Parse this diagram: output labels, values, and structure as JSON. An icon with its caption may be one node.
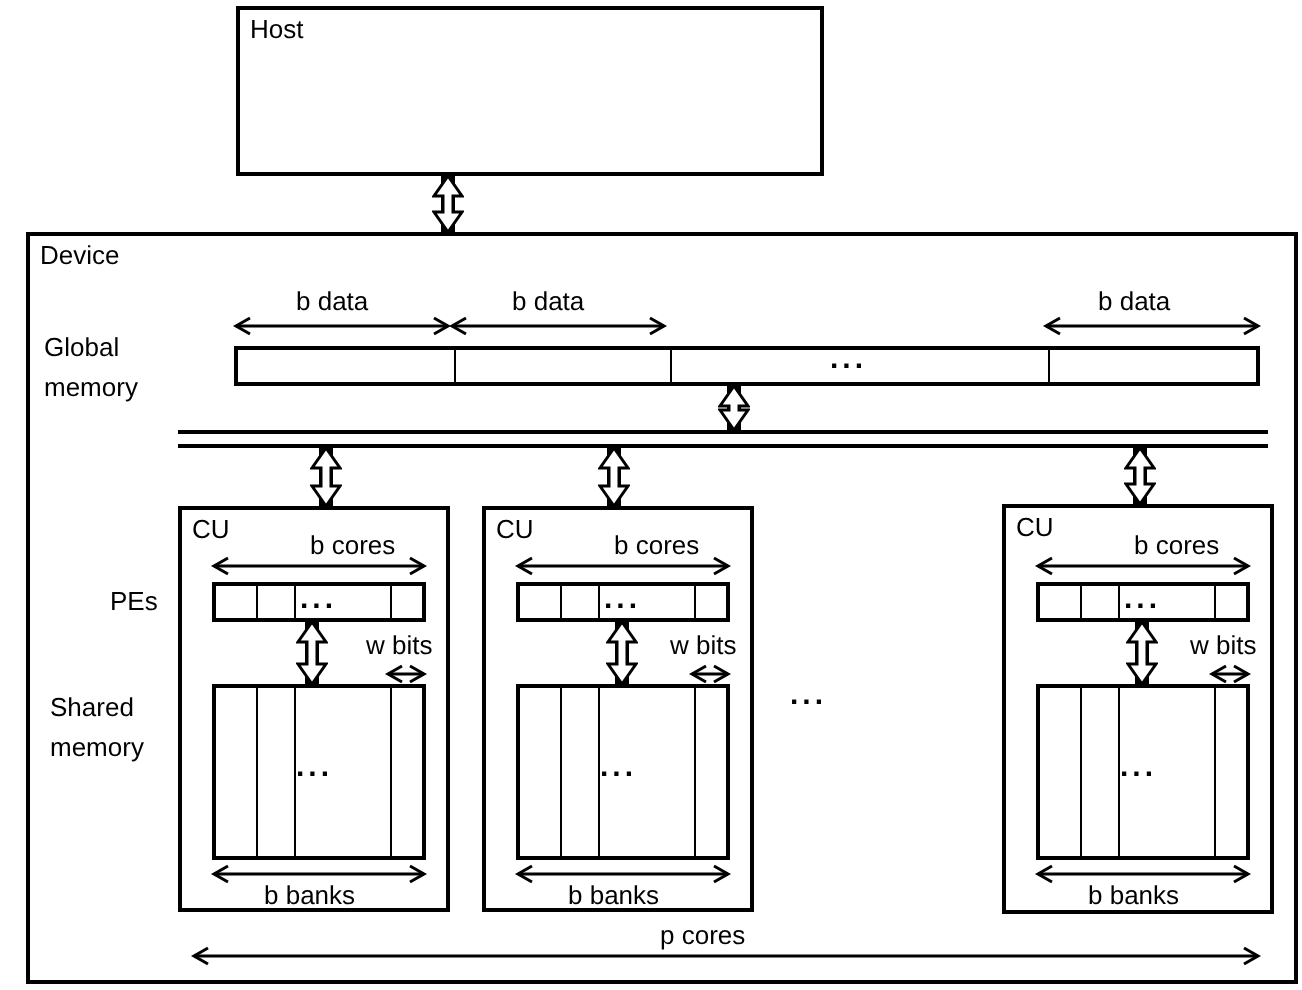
{
  "diagram": {
    "nodes": [
      {
        "text": [
          "Host"
        ]
      },
      {
        "text": [
          "Device"
        ]
      },
      {
        "text": [],
        "shape": "bar",
        "in": 1
      },
      {
        "text": [],
        "shape": "bar",
        "in": 1
      },
      {
        "text": [
          "CU"
        ],
        "in": 1
      },
      {
        "text": [],
        "shape": "bar",
        "in": 4
      },
      {
        "text": [],
        "shape": "box",
        "in": 4
      },
      {
        "text": [
          "CU"
        ],
        "in": 1
      },
      {
        "text": [],
        "shape": "bar",
        "in": 7
      },
      {
        "text": [],
        "shape": "box",
        "in": 7
      },
      {
        "text": [
          "CU"
        ],
        "in": 1
      },
      {
        "text": [],
        "shape": "bar",
        "in": 10
      },
      {
        "text": [],
        "shape": "box",
        "in": 10
      }
    ],
    "edges": [
      {
        "from": 0,
        "to": 1,
        "arrow": "both"
      },
      {
        "from": 2,
        "to": 3,
        "arrow": "both"
      },
      {
        "from": 3,
        "to": 4,
        "arrow": "both"
      },
      {
        "from": 3,
        "to": 7,
        "arrow": "both"
      },
      {
        "from": 3,
        "to": 10,
        "arrow": "both"
      },
      {
        "from": 5,
        "to": 6,
        "arrow": "both"
      },
      {
        "from": 8,
        "to": 9,
        "arrow": "both"
      },
      {
        "from": 11,
        "to": 12,
        "arrow": "both"
      }
    ],
    "labels": [
      "b data",
      "b data",
      "b data",
      "Global memory",
      "...",
      "b cores",
      "b cores",
      "b cores",
      "PEs",
      "...",
      "...",
      "...",
      "w bits",
      "w bits",
      "w bits",
      "Shared memory",
      "...",
      "...",
      "...",
      "...",
      "b banks",
      "b banks",
      "b banks",
      "p cores"
    ]
  }
}
